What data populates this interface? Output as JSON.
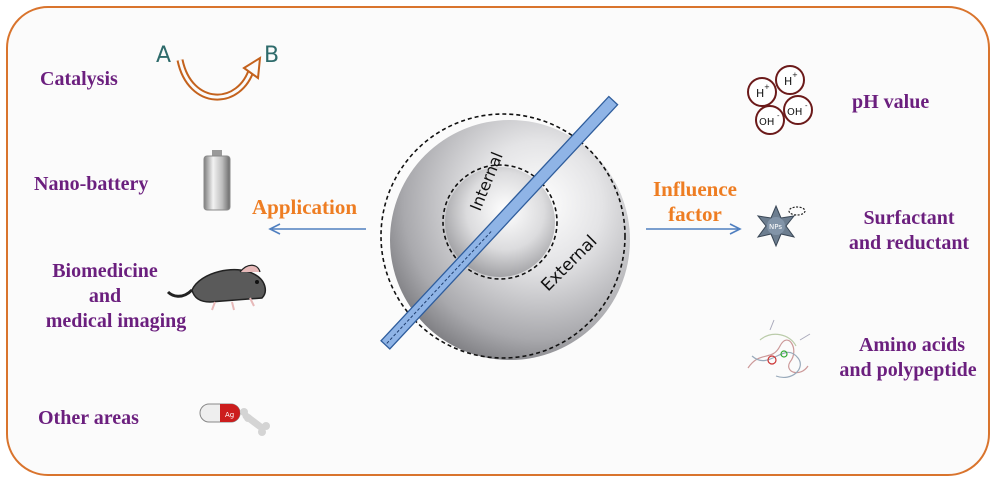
{
  "left_items": {
    "catalysis": "Catalysis",
    "nano_battery": "Nano-battery",
    "biomedicine_1": "Biomedicine",
    "biomedicine_2": "and",
    "biomedicine_3": "medical imaging",
    "other_areas": "Other areas"
  },
  "right_items": {
    "ph_value": "pH value",
    "surfactant_1": "Surfactant",
    "surfactant_2": "and reductant",
    "amino_1": "Amino acids",
    "amino_2": "and polypeptide"
  },
  "center": {
    "application": "Application",
    "influence_1": "Influence",
    "influence_2": "factor",
    "internal": "Internal",
    "external": "External"
  },
  "catalysis_icon": {
    "a": "A",
    "b": "B"
  },
  "ph_icon": {
    "ion1": "H",
    "ion2": "H",
    "ion3": "OH",
    "ion4": "OH"
  },
  "np_icon": {
    "label": "NPs"
  },
  "pill_icon": {
    "label": "Ag"
  },
  "colors": {
    "border": "#d9742d",
    "label_purple": "#6b1f7e",
    "accent_orange": "#ee7d22",
    "arrow_blue": "#4f7fc0"
  }
}
